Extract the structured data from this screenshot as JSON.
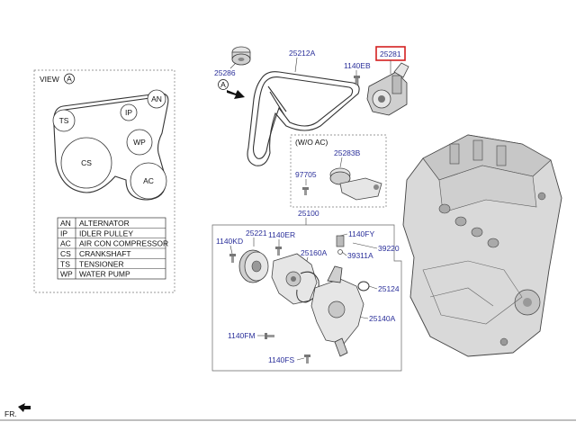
{
  "view": {
    "title": "VIEW",
    "letter": "A",
    "pulleys": [
      "AN",
      "IP",
      "TS",
      "WP",
      "CS",
      "AC"
    ]
  },
  "arrow_marker": "A",
  "legend": [
    {
      "code": "AN",
      "desc": "ALTERNATOR"
    },
    {
      "code": "IP",
      "desc": "IDLER PULLEY"
    },
    {
      "code": "AC",
      "desc": "AIR CON COMPRESSOR"
    },
    {
      "code": "CS",
      "desc": "CRANKSHAFT"
    },
    {
      "code": "TS",
      "desc": "TENSIONER"
    },
    {
      "code": "WP",
      "desc": " WATER PUMP"
    }
  ],
  "parts": {
    "p25286": "25286",
    "p25212A": "25212A",
    "p1140EB": "1140EB",
    "p25281": "25281",
    "woac": "(W/O AC)",
    "p25283B": "25283B",
    "p97705": "97705",
    "p25100": "25100",
    "p1140KD": "1140KD",
    "p25221": "25221",
    "p1140ER": "1140ER",
    "p1140FY": "1140FY",
    "p25160A": "25160A",
    "p39220": "39220",
    "p39311A": "39311A",
    "p25124": "25124",
    "p25140A": "25140A",
    "p1140FM": "1140FM",
    "p1140FS": "1140FS"
  },
  "highlight_color": "#d42020",
  "label_color": "#2a2f9a",
  "footer": {
    "label": "FR."
  }
}
